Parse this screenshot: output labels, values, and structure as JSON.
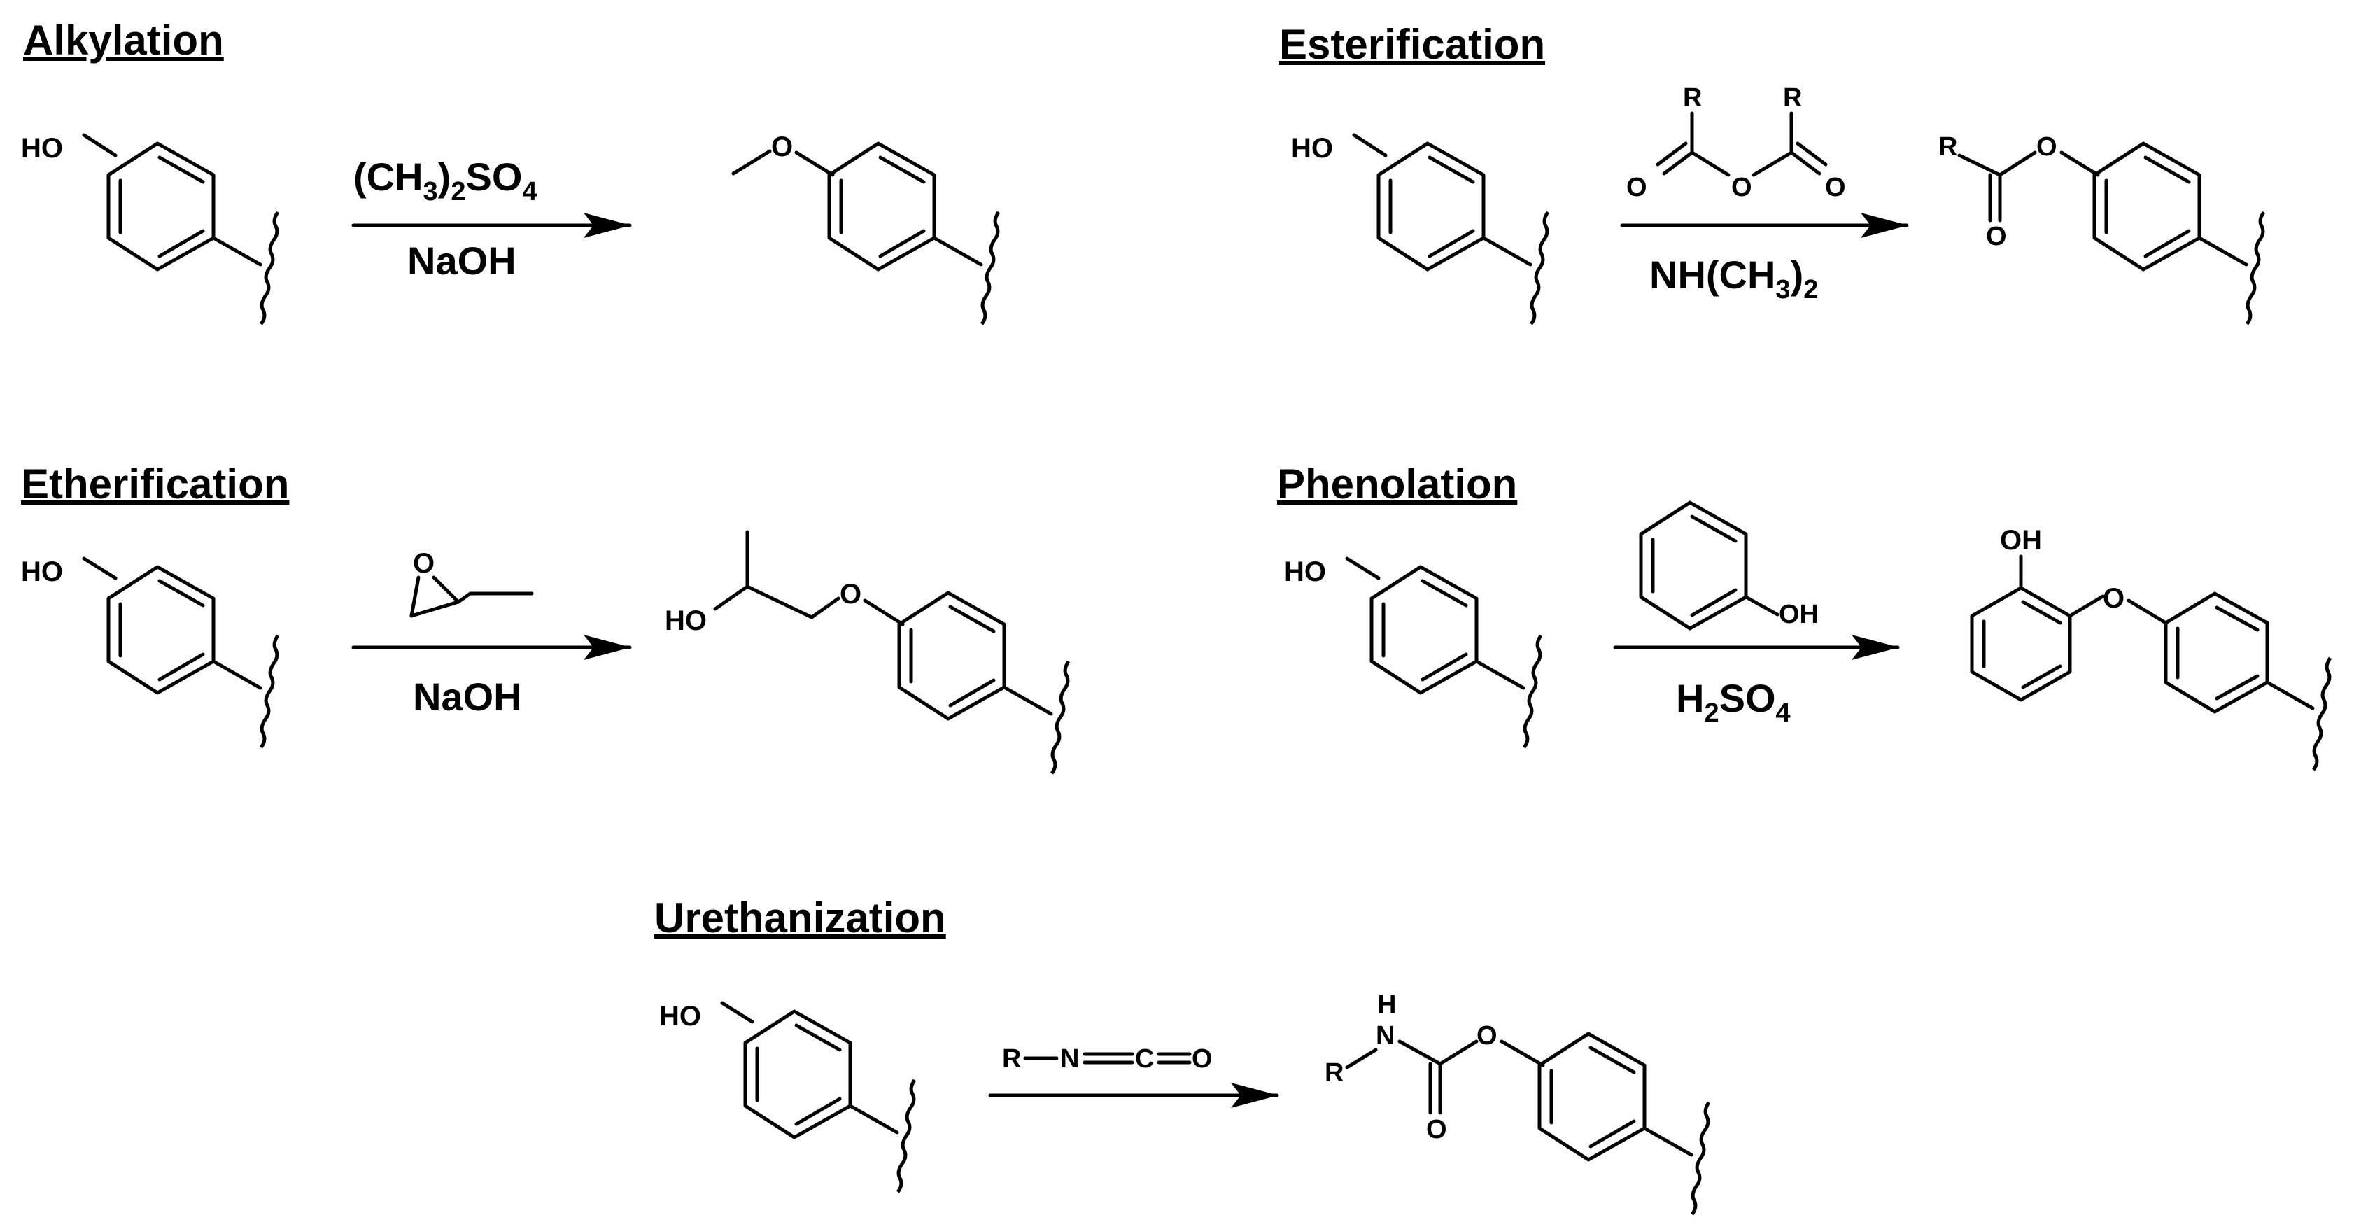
{
  "reactions": [
    {
      "title": "Alkylation",
      "reactant_oh": "HO",
      "reagent_above": {
        "a": "(CH",
        "b": "3",
        "c": ")",
        "d": "2",
        "e": "SO",
        "f": "4"
      },
      "reagent_below": "NaOH",
      "product_o": "O"
    },
    {
      "title": "Esterification",
      "reactant_oh": "HO",
      "anhydride": {
        "r1": "R",
        "r2": "R",
        "o1": "O",
        "o2": "O",
        "o3": "O"
      },
      "reagent_below": {
        "a": "NH(CH",
        "b": "3",
        "c": ")",
        "d": "2"
      },
      "product": {
        "r": "R",
        "o1": "O",
        "o2": "O"
      }
    },
    {
      "title": "Etherification",
      "reactant_oh": "HO",
      "epoxide_o": "O",
      "reagent_below": "NaOH",
      "product": {
        "ho": "HO",
        "o": "O"
      }
    },
    {
      "title": "Phenolation",
      "reactant_oh": "HO",
      "phenol_oh": "OH",
      "reagent_below": {
        "a": "H",
        "b": "2",
        "c": "SO",
        "d": "4"
      },
      "product": {
        "oh": "OH",
        "o": "O"
      }
    },
    {
      "title": "Urethanization",
      "reactant_oh": "HO",
      "isocyanate": {
        "r": "R",
        "n": "N",
        "c": "C",
        "o": "O"
      },
      "product": {
        "h": "H",
        "n": "N",
        "r": "R",
        "o1": "O",
        "o2": "O"
      }
    }
  ]
}
